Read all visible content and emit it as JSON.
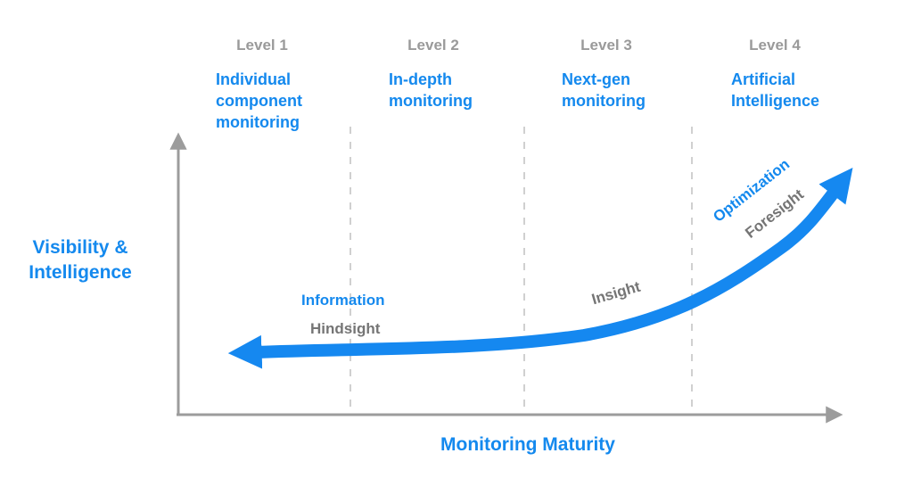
{
  "diagram": {
    "y_axis_label": "Visibility &\nIntelligence",
    "x_axis_label": "Monitoring Maturity",
    "levels": [
      {
        "label": "Level 1",
        "description": "Individual\ncomponent\nmonitoring"
      },
      {
        "label": "Level 2",
        "description": "In-depth\nmonitoring"
      },
      {
        "label": "Level 3",
        "description": "Next-gen\nmonitoring"
      },
      {
        "label": "Level 4",
        "description": "Artificial\nIntelligence"
      }
    ],
    "curve_annotations": {
      "information": "Information",
      "hindsight": "Hindsight",
      "insight": "Insight",
      "optimization": "Optimization",
      "foresight": "Foresight"
    },
    "colors": {
      "accent_blue": "#1489ee",
      "level_label_gray": "#9a9a9a",
      "annotation_gray": "#757575",
      "axis_gray": "#9c9c9c",
      "dashed_separator_gray": "#c4c4c4"
    }
  }
}
